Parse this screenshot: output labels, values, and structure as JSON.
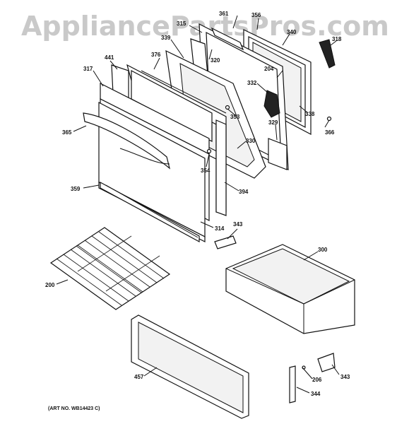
{
  "watermark": "AppliancePartsPros.com",
  "art_number": "(ART NO. WB14423 C)",
  "part_labels": {
    "p361": "361",
    "p315": "315",
    "p356": "356",
    "p340": "340",
    "p318": "318",
    "p339": "339",
    "p441": "441",
    "p376": "376",
    "p320": "320",
    "p204": "204",
    "p317": "317",
    "p332": "332",
    "p353": "353",
    "p338": "338",
    "p365": "365",
    "p329": "329",
    "p366": "366",
    "p330": "330",
    "p354": "354",
    "p394": "394",
    "p359": "359",
    "p343a": "343",
    "p314": "314",
    "p300": "300",
    "p200": "200",
    "p457": "457",
    "p206": "206",
    "p343b": "343",
    "p344": "344"
  }
}
